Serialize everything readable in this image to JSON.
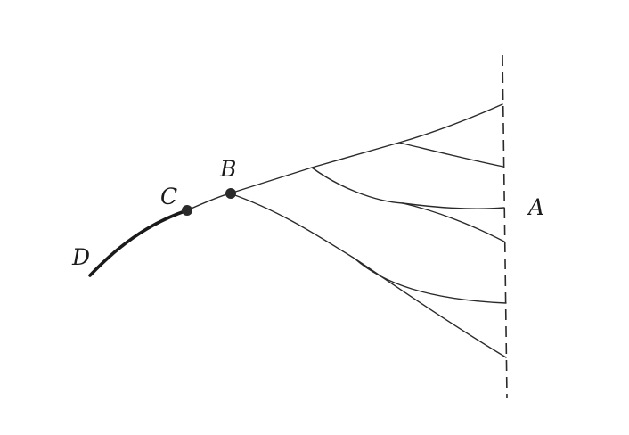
{
  "labels": {
    "a": "A",
    "b": "B",
    "c": "C",
    "d": "D"
  },
  "colors": {
    "line": "#2a2a2a",
    "background": "#ffffff"
  }
}
